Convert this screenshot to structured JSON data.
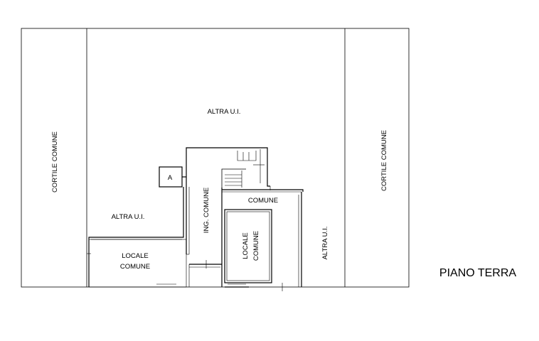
{
  "plan": {
    "title": "PIANO TERRA",
    "labels": {
      "altra_top": "ALTRA U.I.",
      "altra_left": "ALTRA U.I.",
      "altra_right": "ALTRA U.I.",
      "cortile_left": "CORTILE COMUNE",
      "cortile_right": "CORTILE COMUNE",
      "ingresso": "ING. COMUNE",
      "comune": "COMUNE",
      "locale_left_1": "LOCALE",
      "locale_left_2": "COMUNE",
      "locale_center_1": "LOCALE",
      "locale_center_2": "COMUNE",
      "box_a": "A"
    }
  }
}
